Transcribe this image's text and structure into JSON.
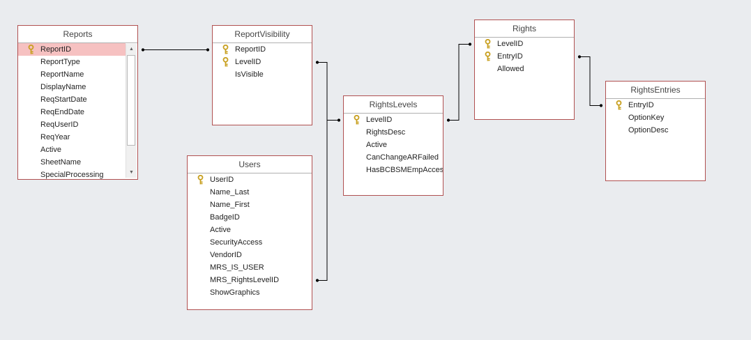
{
  "tables": {
    "reports": {
      "title": "Reports",
      "fields": [
        "ReportID",
        "ReportType",
        "ReportName",
        "DisplayName",
        "ReqStartDate",
        "ReqEndDate",
        "ReqUserID",
        "ReqYear",
        "Active",
        "SheetName",
        "SpecialProcessing"
      ],
      "selected_field": "ReportID"
    },
    "report_visibility": {
      "title": "ReportVisibility",
      "fields": [
        "ReportID",
        "LevelID",
        "IsVisible"
      ]
    },
    "users": {
      "title": "Users",
      "fields": [
        "UserID",
        "Name_Last",
        "Name_First",
        "BadgeID",
        "Active",
        "SecurityAccess",
        "VendorID",
        "MRS_IS_USER",
        "MRS_RightsLevelID",
        "ShowGraphics"
      ]
    },
    "rights_levels": {
      "title": "RightsLevels",
      "fields": [
        "LevelID",
        "RightsDesc",
        "Active",
        "CanChangeARFailed",
        "HasBCBSMEmpAccess"
      ]
    },
    "rights": {
      "title": "Rights",
      "fields": [
        "LevelID",
        "EntryID",
        "Allowed"
      ]
    },
    "rights_entries": {
      "title": "RightsEntries",
      "fields": [
        "EntryID",
        "OptionKey",
        "OptionDesc"
      ]
    }
  },
  "colors": {
    "background": "#eaecef",
    "table_border": "#b05050",
    "selection": "#f6c1c1",
    "key": "#c8a020",
    "relationship_line": "#000000"
  },
  "icons": {
    "key": "primary-key-icon",
    "scroll_up": "scroll-up-arrow-icon",
    "scroll_down": "scroll-down-arrow-icon"
  }
}
